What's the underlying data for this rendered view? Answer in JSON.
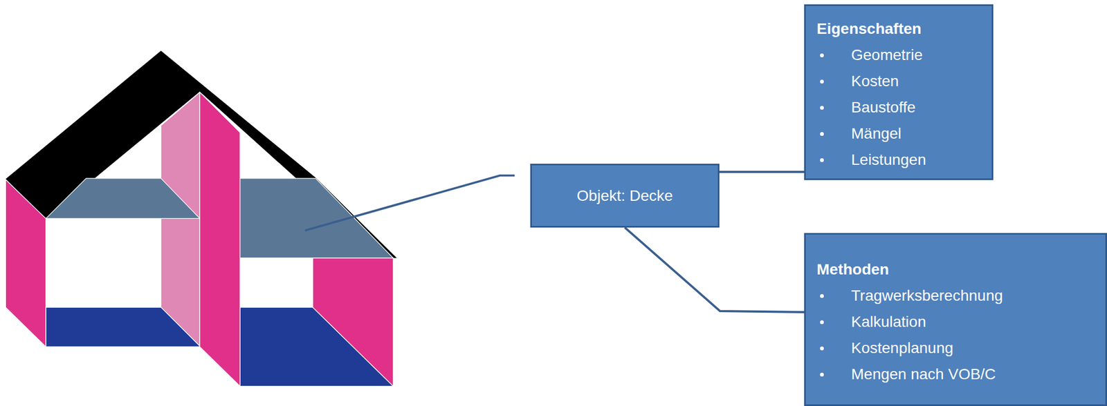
{
  "diagram": {
    "nodes": [
      {
        "text": [
          "Objekt: Decke"
        ]
      },
      {
        "text": [
          "Eigenschaften",
          "Geometrie",
          "Kosten",
          "Baustoffe",
          "Mängel",
          "Leistungen"
        ]
      },
      {
        "text": [
          "Methoden",
          "Tragwerksberechnung",
          "Kalkulation",
          "Kostenplanung",
          "Mengen nach VOB/C"
        ]
      }
    ],
    "edges": [
      {
        "from": 0,
        "to": 1,
        "arrow": "none"
      },
      {
        "from": 0,
        "to": 2,
        "arrow": "none"
      }
    ]
  }
}
